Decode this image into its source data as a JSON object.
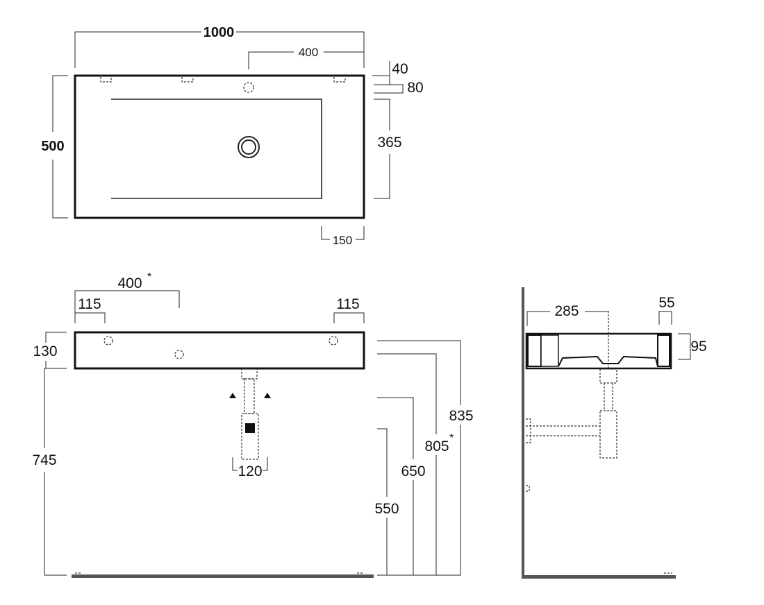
{
  "top_view": {
    "width_label": "1000",
    "faucet_offset_label": "400",
    "depth_label": "500",
    "edge_40_label": "40",
    "edge_80_label": "80",
    "basin_365_label": "365",
    "edge_150_label": "150"
  },
  "front_view": {
    "spacing_400_label": "400",
    "spacing_400_mark": "*",
    "left_115_label": "115",
    "right_115_label": "115",
    "height_130_label": "130",
    "height_745_label": "745",
    "trap_120_label": "120",
    "height_835_label": "835",
    "height_805_label": "805",
    "height_805_mark": "*",
    "height_650_label": "650",
    "height_550_label": "550"
  },
  "side_view": {
    "depth_285_label": "285",
    "rim_55_label": "55",
    "height_95_label": "95"
  }
}
